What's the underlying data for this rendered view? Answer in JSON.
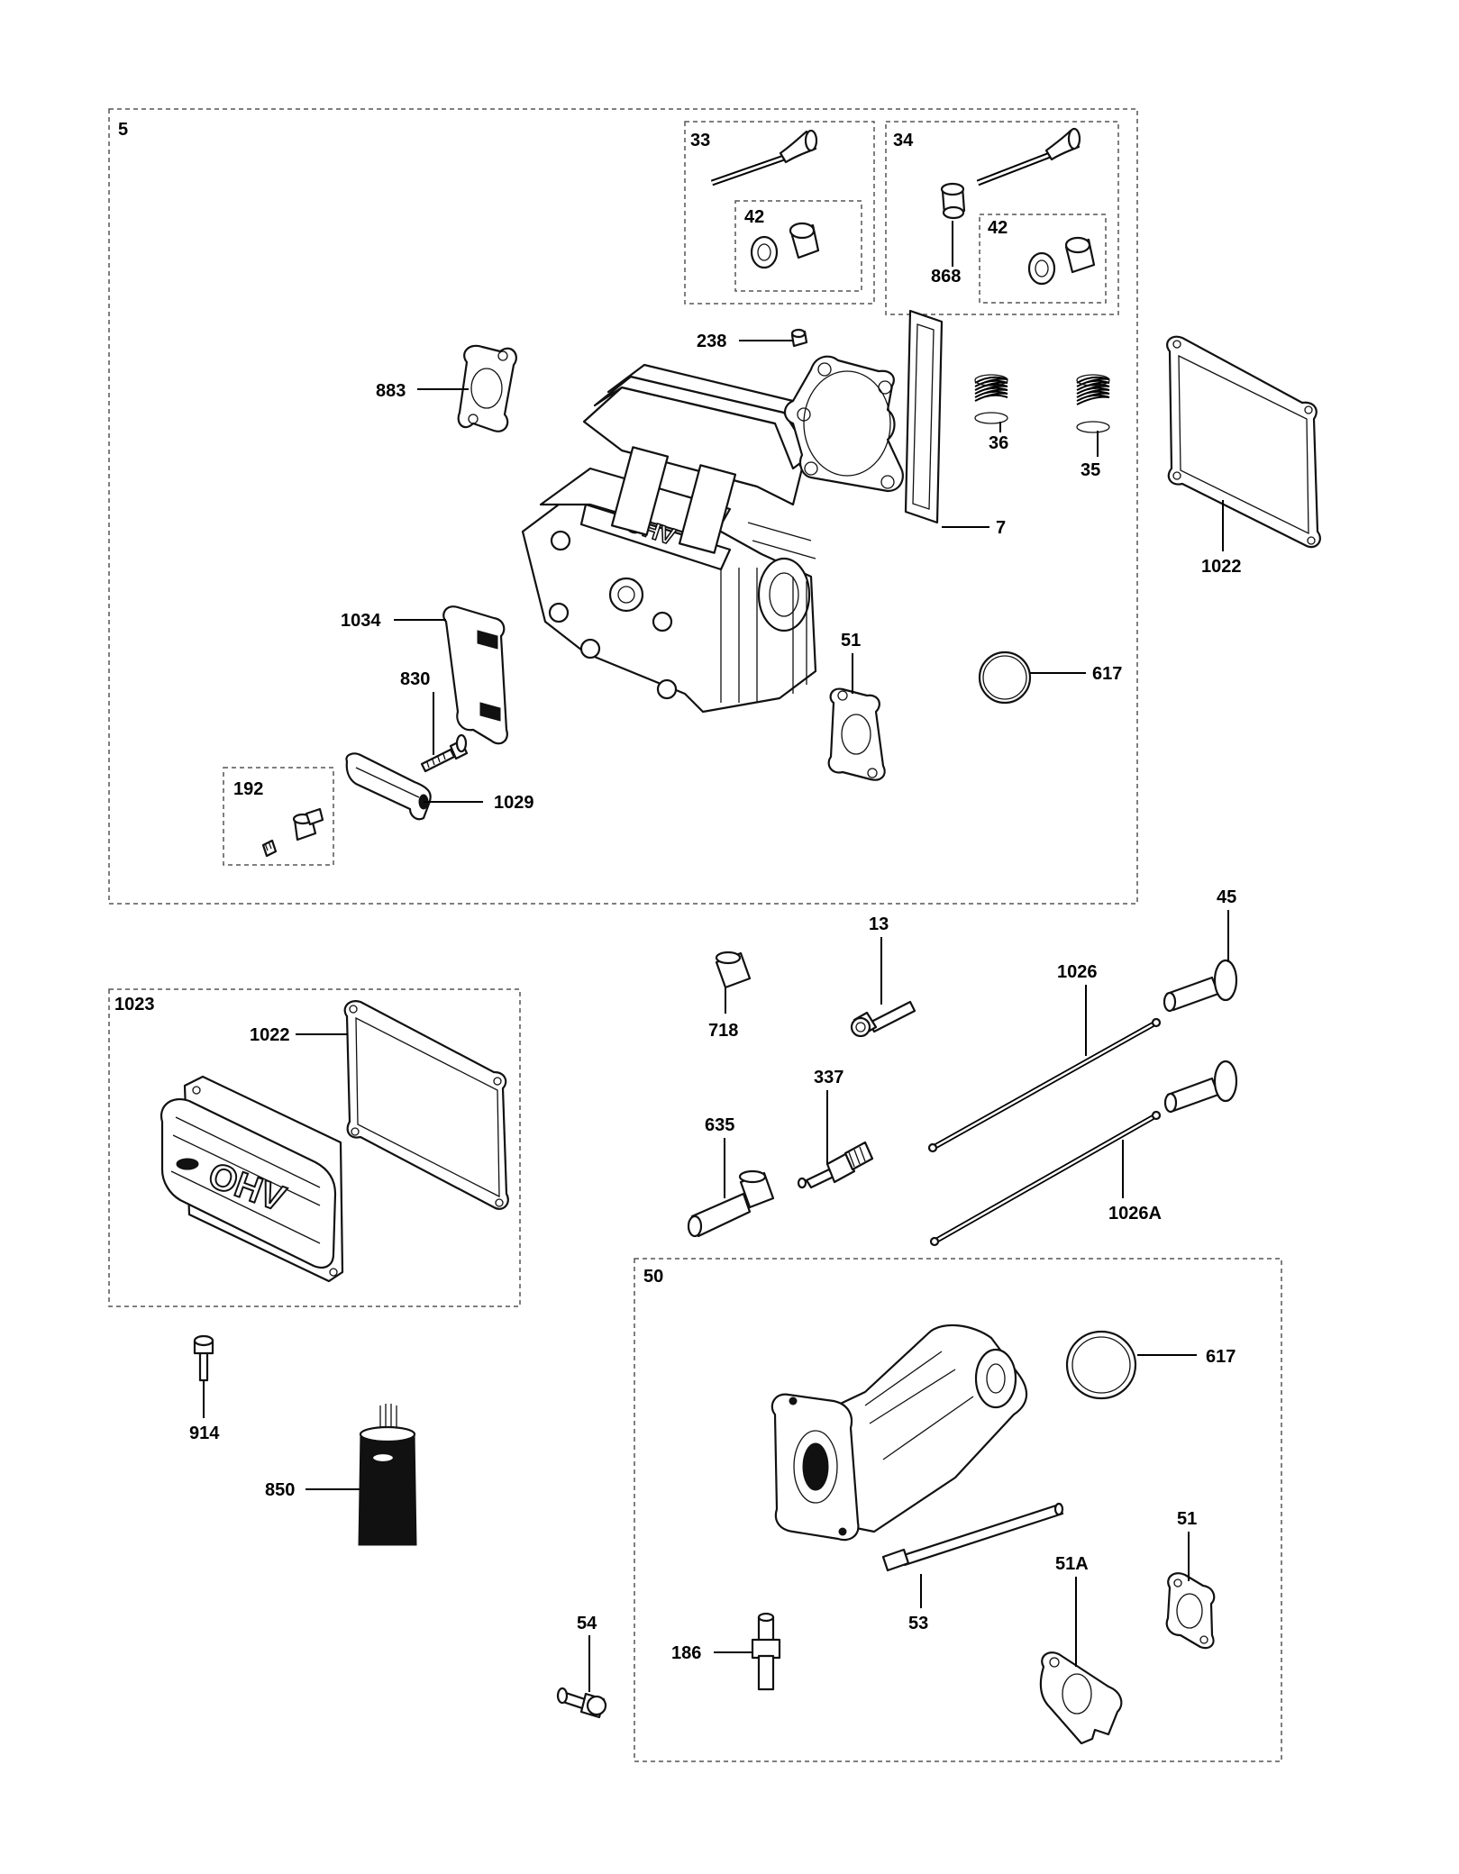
{
  "groups": {
    "g5": "5",
    "g33": "33",
    "g34": "34",
    "g42a": "42",
    "g42b": "42",
    "g192": "192",
    "g1023": "1023",
    "g50": "50"
  },
  "callouts": {
    "c238": "238",
    "c868": "868",
    "c883": "883",
    "c36": "36",
    "c35": "35",
    "c7": "7",
    "c1022a": "1022",
    "c1034": "1034",
    "c51a": "51",
    "c617a": "617",
    "c830": "830",
    "c1029": "1029",
    "c13": "13",
    "c45": "45",
    "c718": "718",
    "c1026": "1026",
    "c1022b": "1022",
    "c337": "337",
    "c635": "635",
    "c1026A": "1026A",
    "c617b": "617",
    "c914": "914",
    "c850": "850",
    "c51b": "51",
    "c51A": "51A",
    "c53": "53",
    "c54": "54",
    "c186": "186"
  },
  "cover_text": "OHV",
  "head_text": "OHV"
}
